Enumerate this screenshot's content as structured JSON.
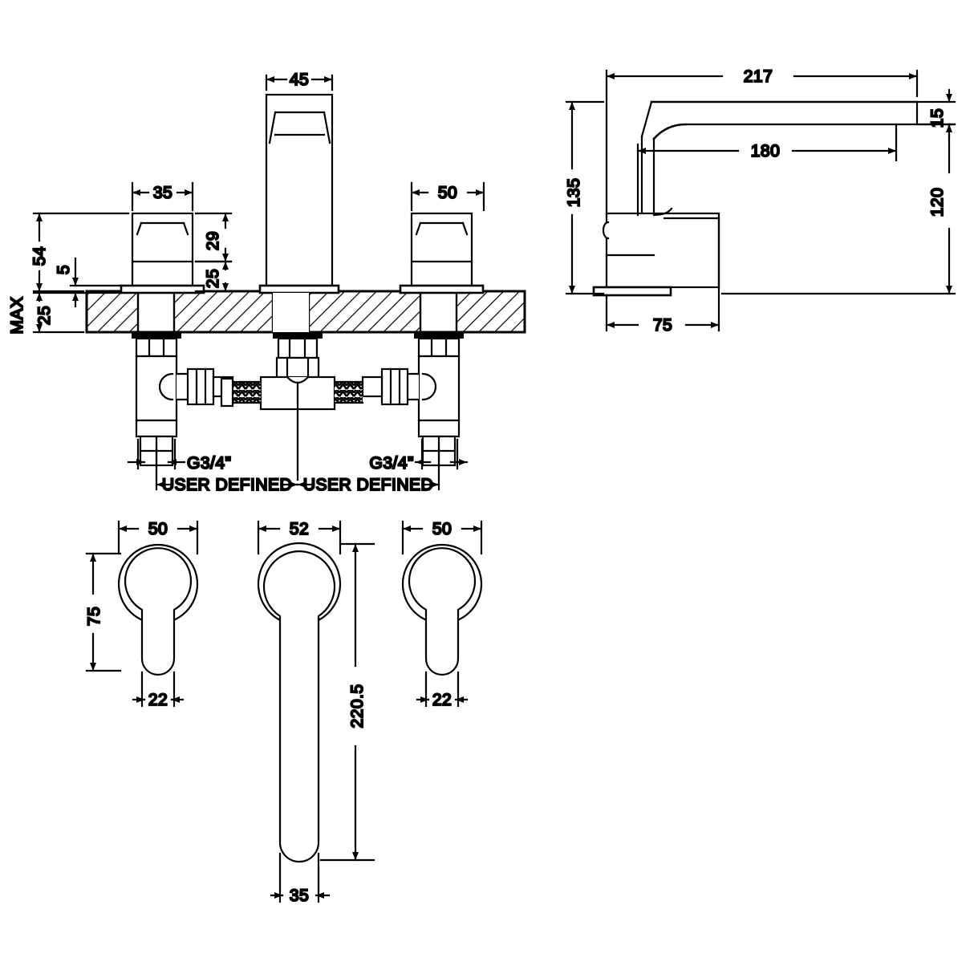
{
  "drawing": {
    "title": "Three hole basin mixer tap technical dimension drawing",
    "line_color": "#000000",
    "background_color": "#ffffff",
    "units": "mm"
  },
  "front_view": {
    "name": "front-elevation",
    "dimensions": {
      "spout_width": "45",
      "left_handle_width": "35",
      "right_handle_width": "50",
      "overall_height_54": "54",
      "escutcheon_height_5": "5",
      "max_label": "MAX",
      "max_thickness": "25",
      "handle_height_25": "25",
      "handle_height_29": "29"
    },
    "callouts": {
      "thread_left": "G3/4\"",
      "thread_right": "G3/4\"",
      "hose_left": "USER DEFINED",
      "hose_right": "USER DEFINED"
    }
  },
  "side_view": {
    "name": "side-elevation",
    "dimensions": {
      "spout_reach_total": "217",
      "spout_thickness": "15",
      "spout_reach_inner": "180",
      "overall_height": "135",
      "spout_height": "120",
      "body_depth": "75"
    }
  },
  "plan_view": {
    "name": "plan-view",
    "dimensions": {
      "left_handle_width": "50",
      "left_handle_depth": "75",
      "left_handle_lever_width": "22",
      "spout_base_width": "52",
      "spout_length": "220.5",
      "spout_tip_width": "35",
      "right_handle_width": "50",
      "right_handle_lever_width": "22"
    }
  }
}
